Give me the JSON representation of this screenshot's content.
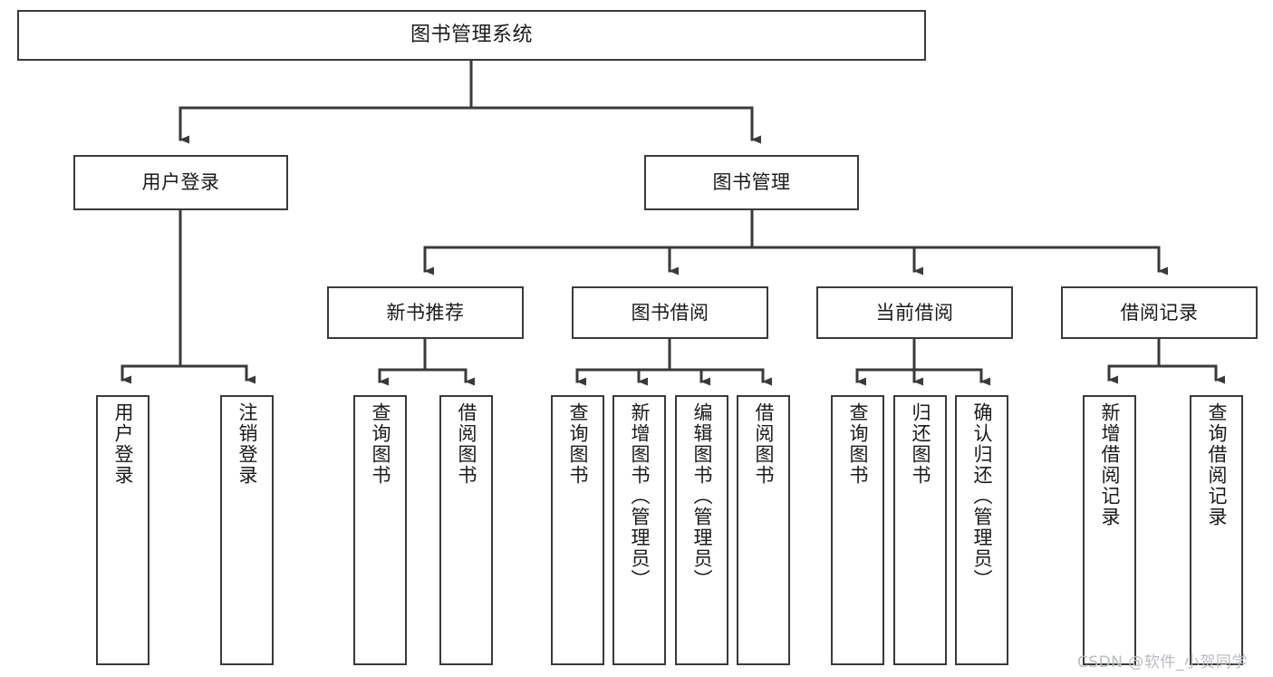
{
  "diagram": {
    "title": "图书管理系统",
    "type": "tree-hierarchy",
    "watermark": "CSDN @软件_小贺同学",
    "colors": {
      "box_border": "#3a3a3a",
      "box_fill": "#ffffff",
      "connector": "#3a3a3a",
      "text": "#1a1a1a",
      "watermark": "#b9bcc0",
      "background": "#ffffff"
    },
    "levels": {
      "level0": [
        {
          "id": "root",
          "label": "图书管理系统"
        }
      ],
      "level1": [
        {
          "id": "user-login",
          "label": "用户登录"
        },
        {
          "id": "book-management",
          "label": "图书管理"
        }
      ],
      "level2": [
        {
          "id": "new-book-recommend",
          "label": "新书推荐"
        },
        {
          "id": "book-borrow",
          "label": "图书借阅"
        },
        {
          "id": "current-borrow",
          "label": "当前借阅"
        },
        {
          "id": "borrow-record",
          "label": "借阅记录"
        }
      ],
      "level3": [
        {
          "id": "leaf-user-login",
          "label": "用户登录",
          "parent": "user-login"
        },
        {
          "id": "leaf-logout-login",
          "label": "注销登录",
          "parent": "user-login"
        },
        {
          "id": "leaf-query-book-1",
          "label": "查询图书",
          "parent": "new-book-recommend"
        },
        {
          "id": "leaf-borrow-book-1",
          "label": "借阅图书",
          "parent": "new-book-recommend"
        },
        {
          "id": "leaf-query-book-2",
          "label": "查询图书",
          "parent": "book-borrow"
        },
        {
          "id": "leaf-add-book",
          "label": "新增图书（管理员）",
          "parent": "book-borrow"
        },
        {
          "id": "leaf-edit-book",
          "label": "编辑图书（管理员）",
          "parent": "book-borrow"
        },
        {
          "id": "leaf-borrow-book-2",
          "label": "借阅图书",
          "parent": "book-borrow"
        },
        {
          "id": "leaf-query-book-3",
          "label": "查询图书",
          "parent": "current-borrow"
        },
        {
          "id": "leaf-return-book",
          "label": "归还图书",
          "parent": "current-borrow"
        },
        {
          "id": "leaf-confirm-return",
          "label": "确认归还（管理员）",
          "parent": "current-borrow"
        },
        {
          "id": "leaf-add-record",
          "label": "新增借阅记录",
          "parent": "borrow-record"
        },
        {
          "id": "leaf-query-record",
          "label": "查询借阅记录",
          "parent": "borrow-record"
        }
      ]
    }
  }
}
